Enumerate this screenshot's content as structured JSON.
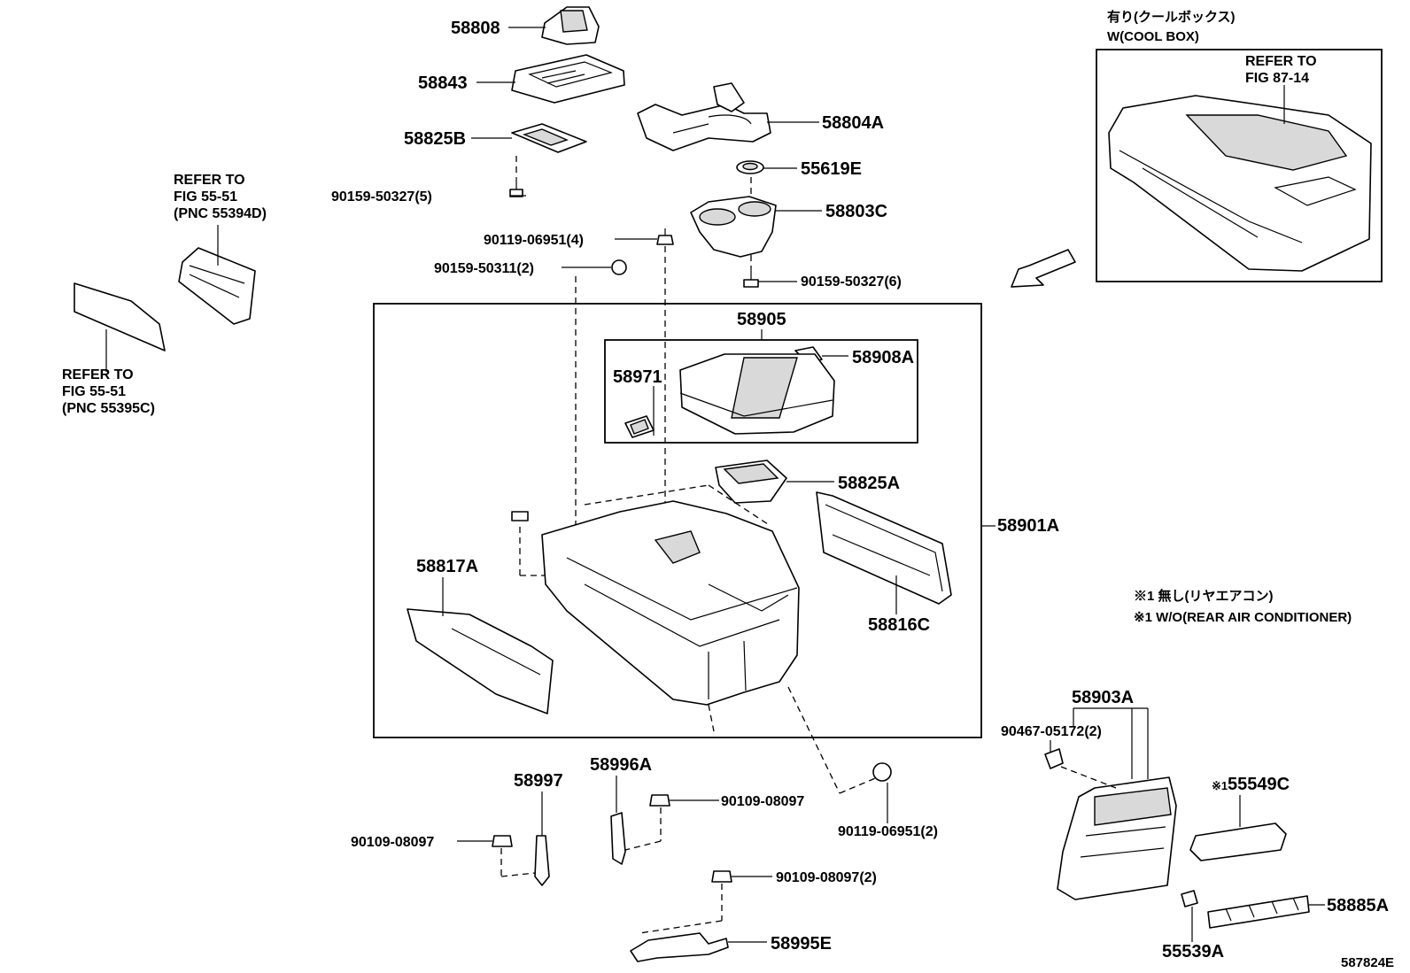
{
  "labels": {
    "p58808": "58808",
    "p58843": "58843",
    "p58825B": "58825B",
    "p58804A": "58804A",
    "p55619E": "55619E",
    "p58803C": "58803C",
    "b90159_50327_5": "90159-50327(5)",
    "b90119_06951_4": "90119-06951(4)",
    "b90159_50311_2": "90159-50311(2)",
    "b90159_50327_6": "90159-50327(6)",
    "p58905": "58905",
    "p58908A": "58908A",
    "p58971": "58971",
    "p58825A": "58825A",
    "p58901A": "58901A",
    "p58817A": "58817A",
    "p58816C": "58816C",
    "p58997": "58997",
    "p58996A": "58996A",
    "b90109_08097_a": "90109-08097",
    "b90109_08097_b": "90109-08097",
    "b90119_06951_2": "90119-06951(2)",
    "b90109_08097_2": "90109-08097(2)",
    "p58995E": "58995E",
    "p58903A": "58903A",
    "b90467_05172_2": "90467-05172(2)",
    "p55549C": "55549C",
    "note_mark": "※1",
    "p58885A": "58885A",
    "p55539A": "55539A",
    "diagram_id": "587824E"
  },
  "refs": {
    "left_upper": [
      "REFER TO",
      "FIG 55-51",
      "(PNC 55394D)"
    ],
    "left_lower": [
      "REFER TO",
      "FIG 55-51",
      "(PNC 55395C)"
    ],
    "cool_box": [
      "REFER TO",
      "FIG 87-14"
    ]
  },
  "cool_box_title": [
    "有り(クールボックス)",
    "W(COOL BOX)"
  ],
  "footnote": [
    "※1 無し(リヤエアコン)",
    "※1 W/O(REAR AIR CONDITIONER)"
  ]
}
